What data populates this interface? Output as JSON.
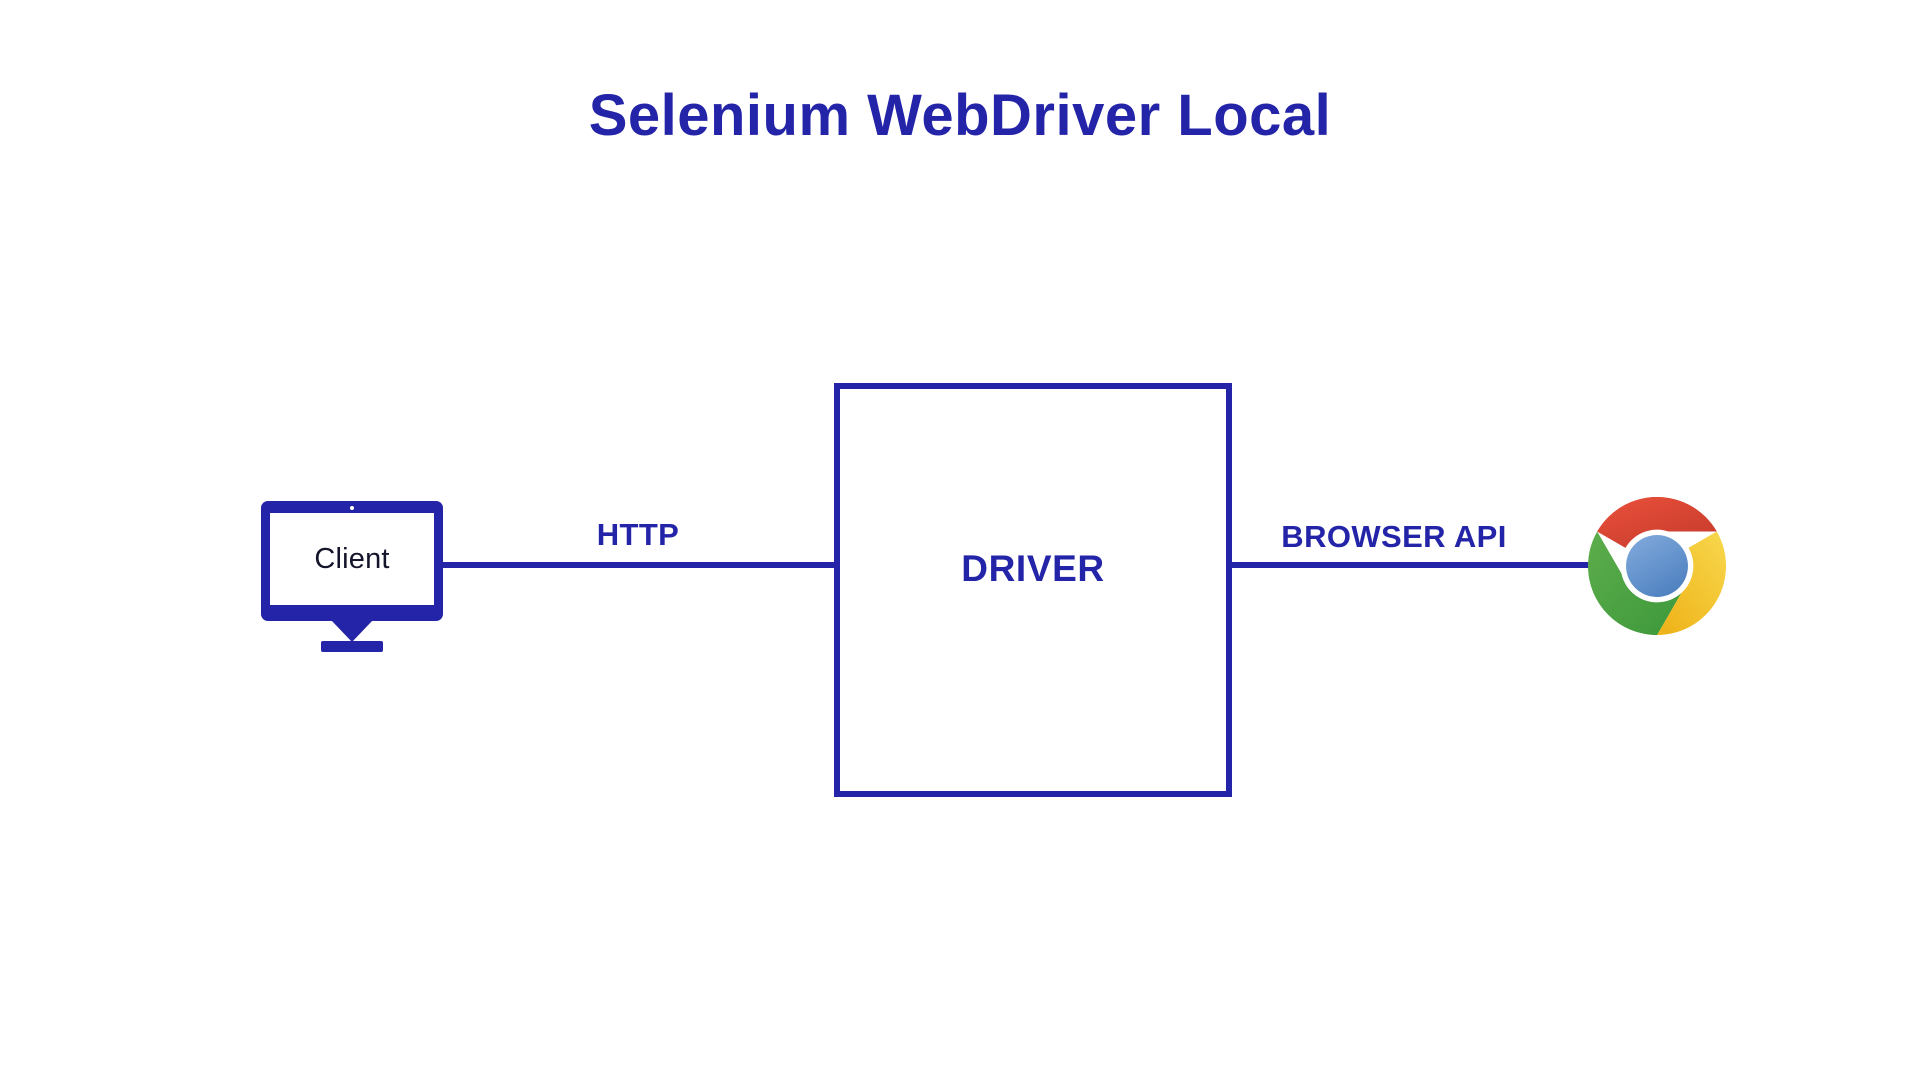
{
  "title": "Selenium WebDriver Local",
  "theme": {
    "background": "#ffffff",
    "accent_blue": "#2424a8",
    "client_text": "#14142b",
    "chrome_red": "#db4437",
    "chrome_yellow": "#f4c20d",
    "chrome_green": "#3cba54",
    "chrome_blue": "#5a8ecb",
    "chrome_ring": "#ffffff"
  },
  "nodes": {
    "client": {
      "label": "Client",
      "icon": "desktop-monitor-icon"
    },
    "driver": {
      "label": "DRIVER"
    },
    "browser": {
      "icon": "chrome-logo-icon",
      "name": "Chrome"
    }
  },
  "connectors": [
    {
      "id": "client-driver",
      "label": "HTTP",
      "from": "client",
      "to": "driver"
    },
    {
      "id": "driver-browser",
      "label": "BROWSER API",
      "from": "driver",
      "to": "browser"
    }
  ]
}
